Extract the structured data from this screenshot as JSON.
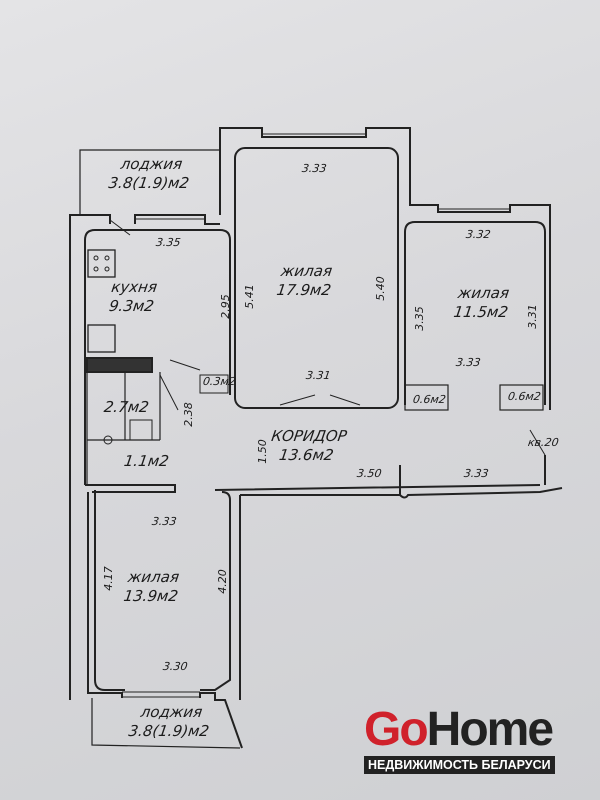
{
  "plan": {
    "rooms": {
      "loggia_top": {
        "name": "лоджия",
        "area": "3.8(1.9)м2"
      },
      "kitchen": {
        "name": "кухня",
        "area": "9.3м2"
      },
      "living_big": {
        "name": "жилая",
        "area": "17.9м2"
      },
      "living_right": {
        "name": "жилая",
        "area": "11.5м2"
      },
      "corridor": {
        "name": "КОРИДОР",
        "area": "13.6м2"
      },
      "bathroom": {
        "area": "2.7м2"
      },
      "toilet": {
        "area": "1.1м2"
      },
      "closet_kitchen": {
        "area": "0.3м2"
      },
      "closet_1": {
        "area": "0.6м2"
      },
      "closet_2": {
        "area": "0.6м2"
      },
      "living_bottom": {
        "name": "жилая",
        "area": "13.9м2"
      },
      "loggia_bottom": {
        "name": "лоджия",
        "area": "3.8(1.9)м2"
      }
    },
    "dimensions": {
      "kitchen_w": "3.35",
      "kitchen_h": "2.95",
      "big_top": "3.33",
      "big_left": "5.41",
      "big_right": "5.40",
      "big_bottom": "3.31",
      "right_top": "3.32",
      "right_left": "3.35",
      "right_right": "3.31",
      "right_bottom": "3.33",
      "bath_h": "2.38",
      "corridor_h": "1.50",
      "corridor_w1": "3.50",
      "corridor_w2": "3.33",
      "bottom_top": "3.33",
      "bottom_left": "4.17",
      "bottom_right": "4.20",
      "bottom_bottom": "3.30"
    },
    "apartment_label": "кв.20"
  },
  "logo": {
    "go": "Go",
    "home": "Home",
    "tagline": "НЕДВИЖИМОСТЬ БЕЛАРУСИ"
  }
}
